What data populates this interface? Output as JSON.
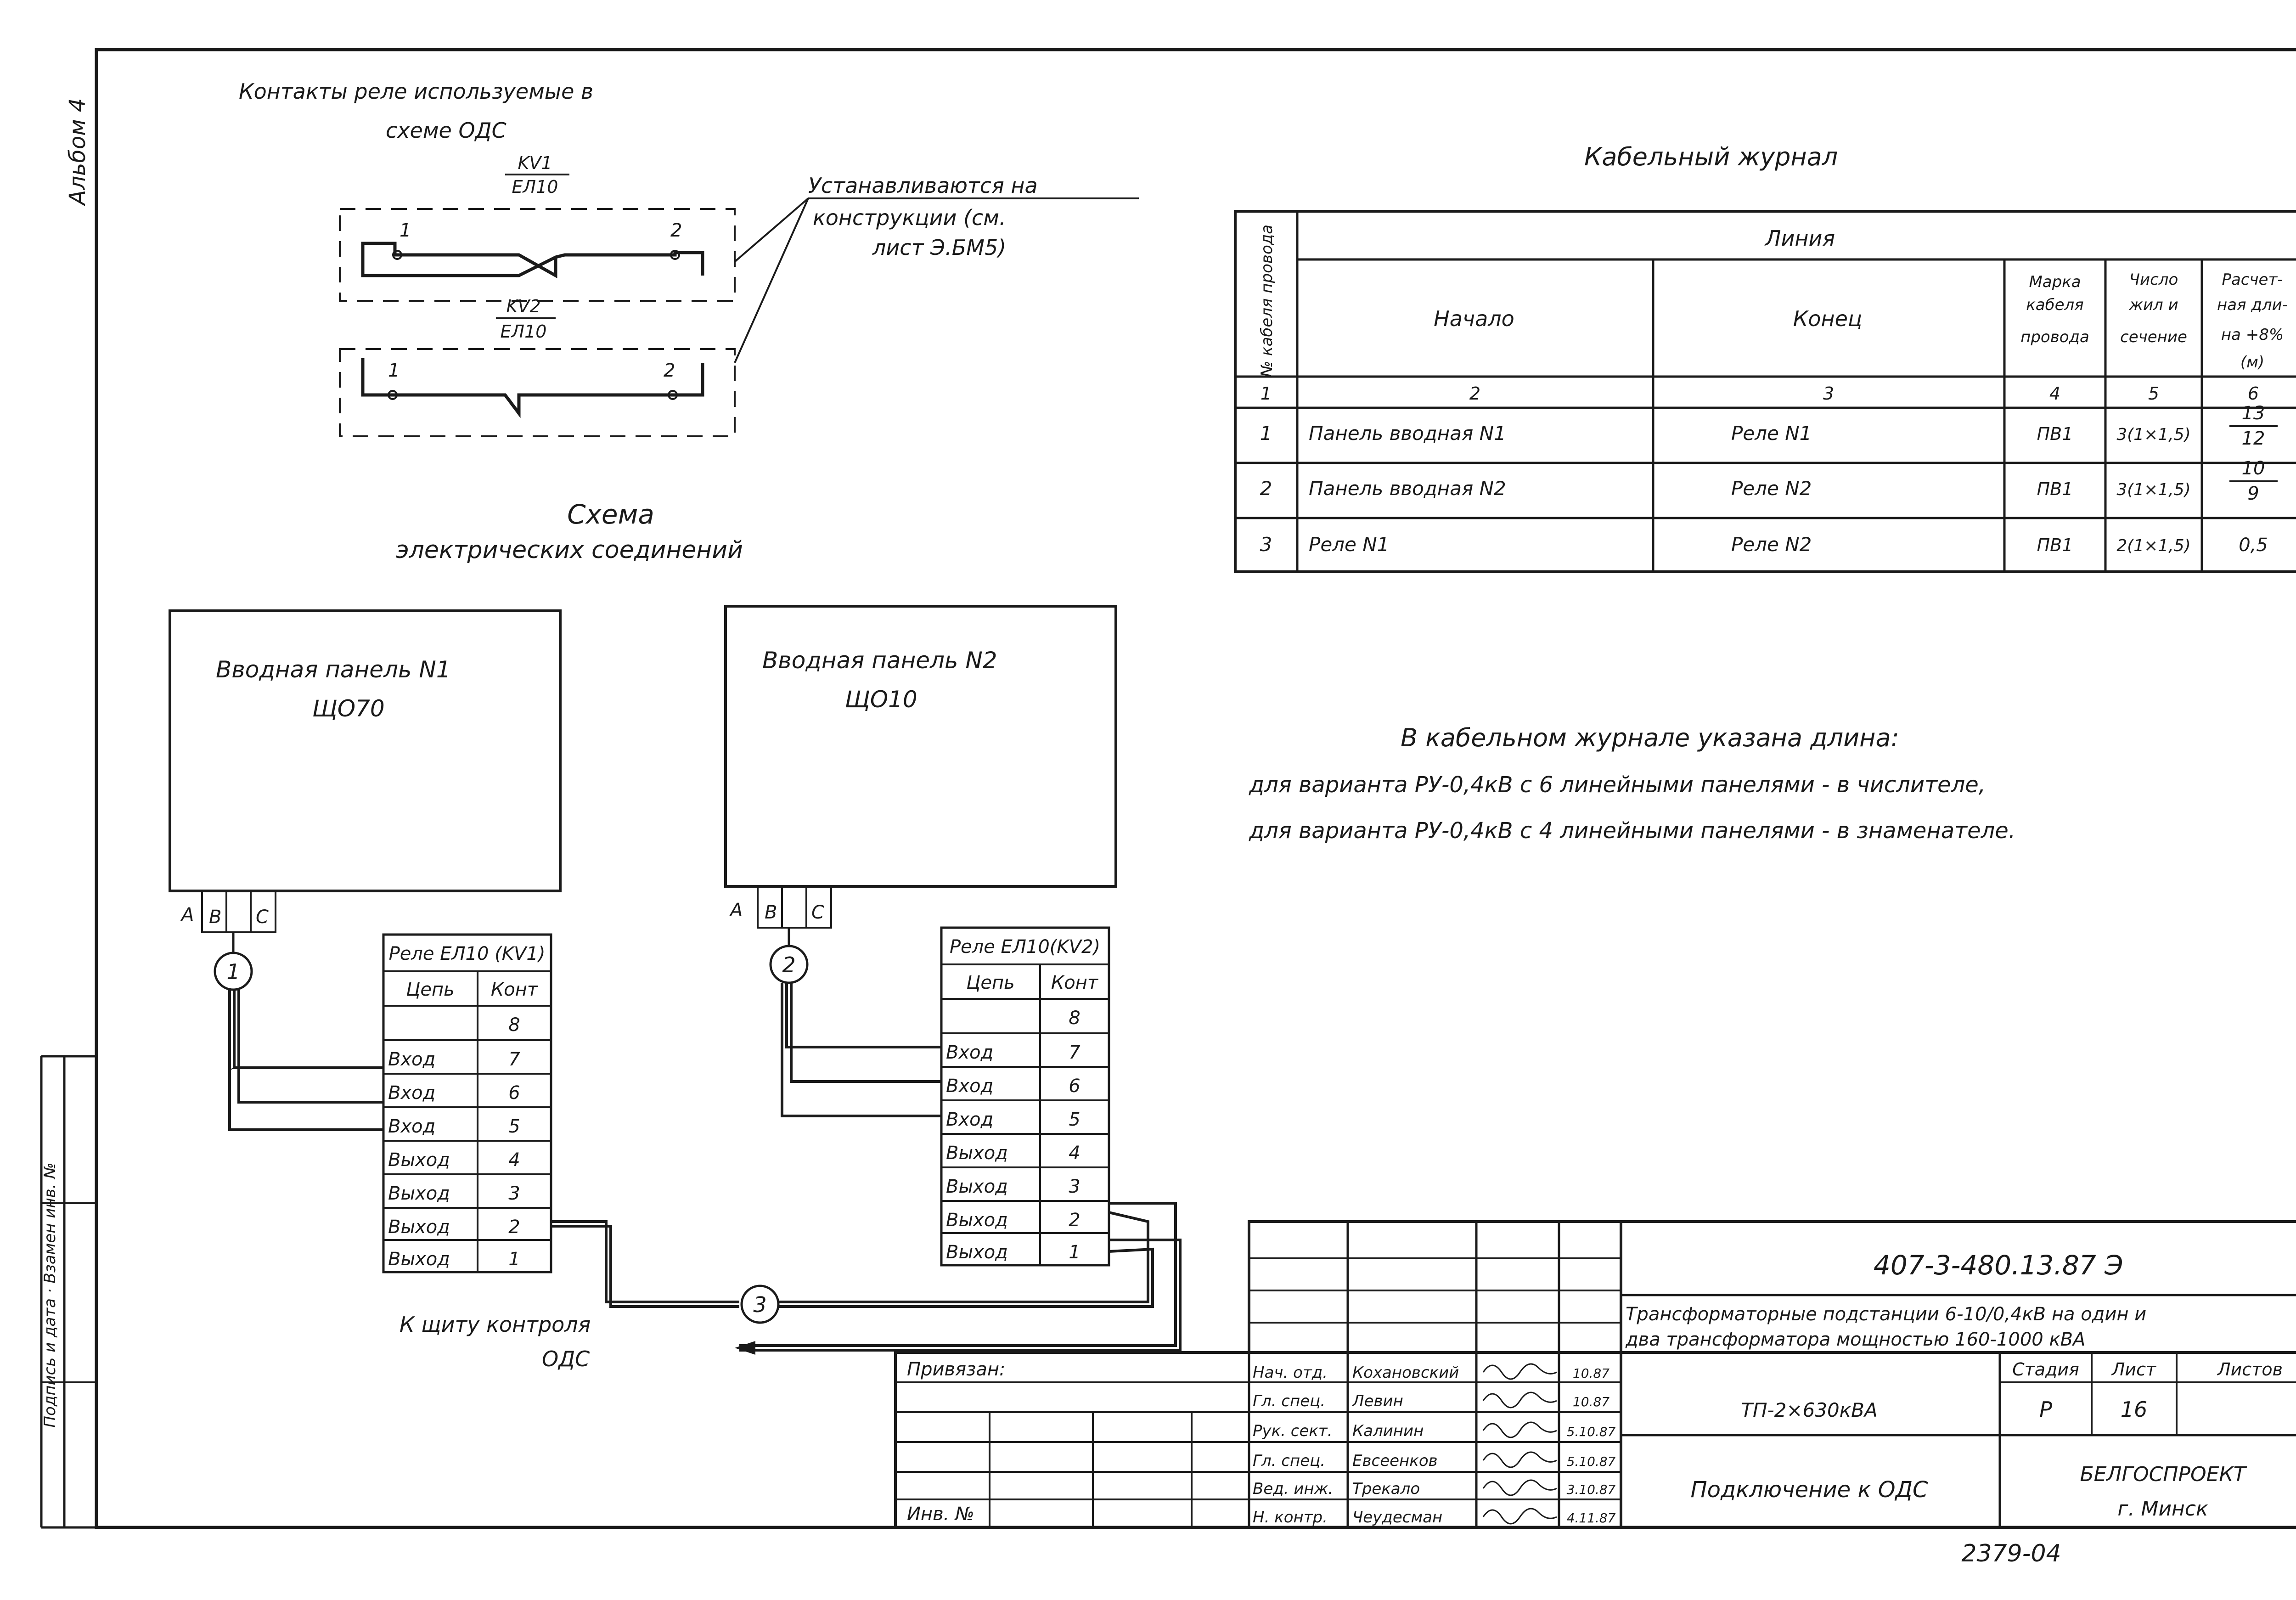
{
  "margin_note": "Альбом 4",
  "left_stamp": "Подпись и дата · Взамен инв. №",
  "contacts_title": [
    "Контакты реле используемые в",
    "схеме ОДС"
  ],
  "relay_labels": [
    {
      "top": "KV1",
      "bottom": "ЕЛ10",
      "pins": [
        "1",
        "2"
      ]
    },
    {
      "top": "KV2",
      "bottom": "ЕЛ10",
      "pins": [
        "1",
        "2"
      ]
    }
  ],
  "mount_note": [
    "Устанавливаются на",
    "конструкции (см.",
    "лист Э.БМ5)"
  ],
  "scheme_title": [
    "Схема",
    "электрических соединений"
  ],
  "panel1": {
    "title": "Вводная панель N1",
    "code": "ЩО70",
    "phases": [
      "A",
      "B",
      "C"
    ]
  },
  "panel2": {
    "title": "Вводная панель N2",
    "code": "ЩО10",
    "phases": [
      "A",
      "B",
      "C"
    ]
  },
  "cable_markers": [
    "1",
    "2",
    "3"
  ],
  "relay_table1": {
    "title": "Реле ЕЛ10 (KV1)",
    "header": [
      "Цепь",
      "Конт"
    ],
    "rows": [
      [
        "",
        "8"
      ],
      [
        "Вход",
        "7"
      ],
      [
        "Вход",
        "6"
      ],
      [
        "Вход",
        "5"
      ],
      [
        "Выход",
        "4"
      ],
      [
        "Выход",
        "3"
      ],
      [
        "Выход",
        "2"
      ],
      [
        "Выход",
        "1"
      ]
    ]
  },
  "relay_table2": {
    "title": "Реле ЕЛ10(KV2)",
    "header": [
      "Цепь",
      "Конт"
    ],
    "rows": [
      [
        "",
        "8"
      ],
      [
        "Вход",
        "7"
      ],
      [
        "Вход",
        "6"
      ],
      [
        "Вход",
        "5"
      ],
      [
        "Выход",
        "4"
      ],
      [
        "Выход",
        "3"
      ],
      [
        "Выход",
        "2"
      ],
      [
        "Выход",
        "1"
      ]
    ]
  },
  "to_panel": [
    "К щиту контроля",
    "ОДС"
  ],
  "cable_journal": {
    "title": "Кабельный журнал",
    "line_header": "Линия",
    "headers": {
      "num": "№ кабеля провода",
      "start": "Начало",
      "end": "Конец",
      "brand": [
        "Марка",
        "кабеля",
        "провода"
      ],
      "cores": [
        "Число",
        "жил и",
        "сечение"
      ],
      "length": [
        "Расчет-",
        "ная дли-",
        "на +8%",
        "(м)"
      ]
    },
    "col_numbers": [
      "1",
      "2",
      "3",
      "4",
      "5",
      "6"
    ],
    "rows": [
      {
        "num": "1",
        "start": "Панель вводная N1",
        "end": "Реле N1",
        "brand": "ПВ1",
        "cores": "3(1×1,5)",
        "length_num": "13",
        "length_den": "12"
      },
      {
        "num": "2",
        "start": "Панель вводная N2",
        "end": "Реле N2",
        "brand": "ПВ1",
        "cores": "3(1×1,5)",
        "length_num": "10",
        "length_den": "9"
      },
      {
        "num": "3",
        "start": "Реле N1",
        "end": "Реле N2",
        "brand": "ПВ1",
        "cores": "2(1×1,5)",
        "length_num": "0,5",
        "length_den": ""
      }
    ]
  },
  "journal_note": [
    "В кабельном журнале указана длина:",
    "для варианта РУ-0,4кВ с 6 линейными панелями - в числителе,",
    "для варианта РУ-0,4кВ с 4 линейными панелями - в знаменателе."
  ],
  "title_block": {
    "doc_code": "407-3-480.13.87 Э",
    "project_title": [
      "Трансформаторные подстанции 6-10/0,4кВ на один и",
      "два трансформатора мощностью 160-1000 кВА"
    ],
    "attached_label": "Привязан:",
    "inv_label": "Инв. №",
    "stage_label": "Стадия",
    "sheet_label": "Лист",
    "sheets_label": "Листов",
    "stage": "Р",
    "sheet": "16",
    "object": "ТП-2×630кВА",
    "drawing_title": "Подключение к ОДС",
    "org": [
      "БЕЛГОСПРОЕКТ",
      "г. Минск"
    ],
    "archive_no": "2379-04",
    "staff": [
      {
        "role": "Нач. отд.",
        "name": "Кохановский",
        "date": "10.87"
      },
      {
        "role": "Гл. спец.",
        "name": "Левин",
        "date": "10.87"
      },
      {
        "role": "Рук. сект.",
        "name": "Калинин",
        "date": "5.10.87"
      },
      {
        "role": "Гл. спец.",
        "name": "Евсеенков",
        "date": "5.10.87"
      },
      {
        "role": "Вед. инж.",
        "name": "Трекало",
        "date": "3.10.87"
      },
      {
        "role": "Н. контр.",
        "name": "Чеудесман",
        "date": "4.11.87"
      }
    ]
  }
}
